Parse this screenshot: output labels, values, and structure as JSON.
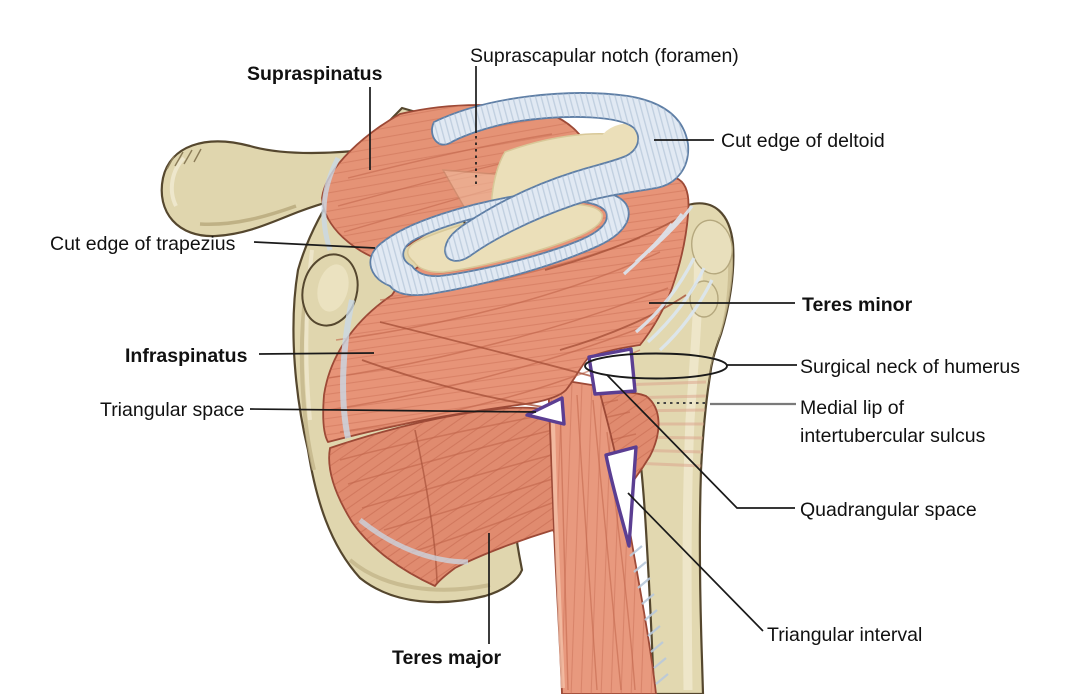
{
  "labels": {
    "supraspinatus": "Supraspinatus",
    "suprascapular_notch": "Suprascapular notch (foramen)",
    "cut_edge_of_deltoid": "Cut edge of deltoid",
    "cut_edge_of_trapezius": "Cut edge of trapezius",
    "teres_minor": "Teres minor",
    "infraspinatus": "Infraspinatus",
    "triangular_space": "Triangular space",
    "surgical_neck_of_humerus": "Surgical neck of humerus",
    "medial_lip_of_intertubercular_sulcus": "Medial lip of intertubercular sulcus",
    "quadrangular_space": "Quadrangular space",
    "triangular_interval": "Triangular interval",
    "teres_major": "Teres major"
  },
  "colors": {
    "muscle": "#E79478",
    "muscle_fiber": "#C1654B",
    "bone": "#E0D6AE",
    "fascia_cut_edge": "#E1E9F3",
    "space_outline": "#5B3E92",
    "leader_line": "#1A1A1A",
    "gray_leader_line": "#7A7A7A",
    "background": "#FFFFFF"
  }
}
